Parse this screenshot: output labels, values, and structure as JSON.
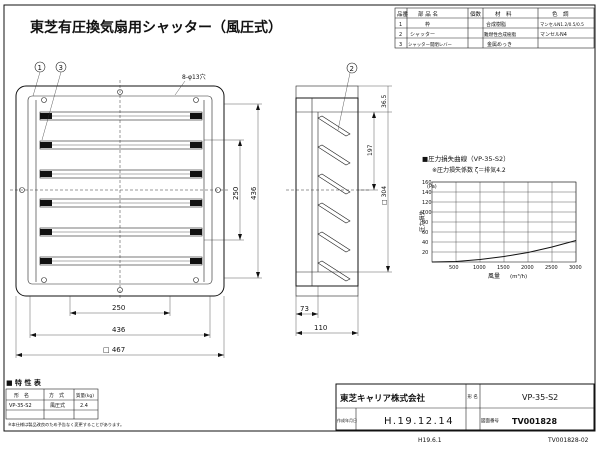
{
  "title": "東芝有圧換気扇用シャッター（風圧式）",
  "parts_table": {
    "headers": [
      "品番",
      "部 品 名",
      "個数",
      "材　料",
      "色　調"
    ],
    "rows": [
      [
        "1",
        "枠",
        "",
        "合成樹脂",
        "マンセルN1.2/0.5/0.5"
      ],
      [
        "2",
        "シャッター",
        "",
        "難燃性合成樹脂",
        "マンセルN4"
      ],
      [
        "3",
        "シャッター開閉レバー",
        "",
        "金属めっき",
        ""
      ]
    ]
  },
  "callouts": [
    "1",
    "3",
    "2"
  ],
  "dimensions": {
    "holes": "8-φ13穴",
    "front_height": "436",
    "front_inner_height": "250",
    "front_inner_width": "250",
    "front_width": "436",
    "front_outer": "□ 467",
    "side_top": "36.5",
    "side_mid": "197",
    "side_height": "□ 304",
    "side_depth_a": "73",
    "side_depth_b": "110"
  },
  "chart_data": {
    "type": "line",
    "title": "■圧力損失曲線（VP-35-S2）",
    "subtitle": "※圧力損失係数 ζ＝排気4.2",
    "ylabel": "圧力損失",
    "yunit": "(Pa)",
    "xlabel": "風量",
    "xunit": "(m³/h)",
    "x_ticks": [
      500,
      1000,
      1500,
      2000,
      2500,
      3000
    ],
    "y_ticks": [
      20,
      40,
      60,
      80,
      100,
      120,
      140,
      160
    ],
    "xlim": [
      0,
      3000
    ],
    "ylim": [
      0,
      160
    ],
    "series": [
      {
        "x": [
          0,
          500,
          1000,
          1500,
          2000,
          2500,
          3000
        ],
        "y": [
          0,
          1,
          5,
          11,
          19,
          30,
          43
        ]
      }
    ]
  },
  "spec_table": {
    "title": "■ 特 性 表",
    "headers": [
      "形　名",
      "方　式",
      "質量(kg)"
    ],
    "rows": [
      [
        "VP-35-S2",
        "風圧式",
        "2.4"
      ]
    ],
    "note": "※本仕様は製品改良のため予告なく変更することがあります。"
  },
  "title_block": {
    "company": "東芝キャリア株式会社",
    "model_label": "形 名",
    "model": "VP-35-S2",
    "date_label": "作成年月日",
    "date": "H.19.12.14",
    "drawing_label": "図面番号",
    "drawing_no": "TV001828"
  },
  "footer": {
    "left": "H19.6.1",
    "right": "TV001828-02"
  }
}
